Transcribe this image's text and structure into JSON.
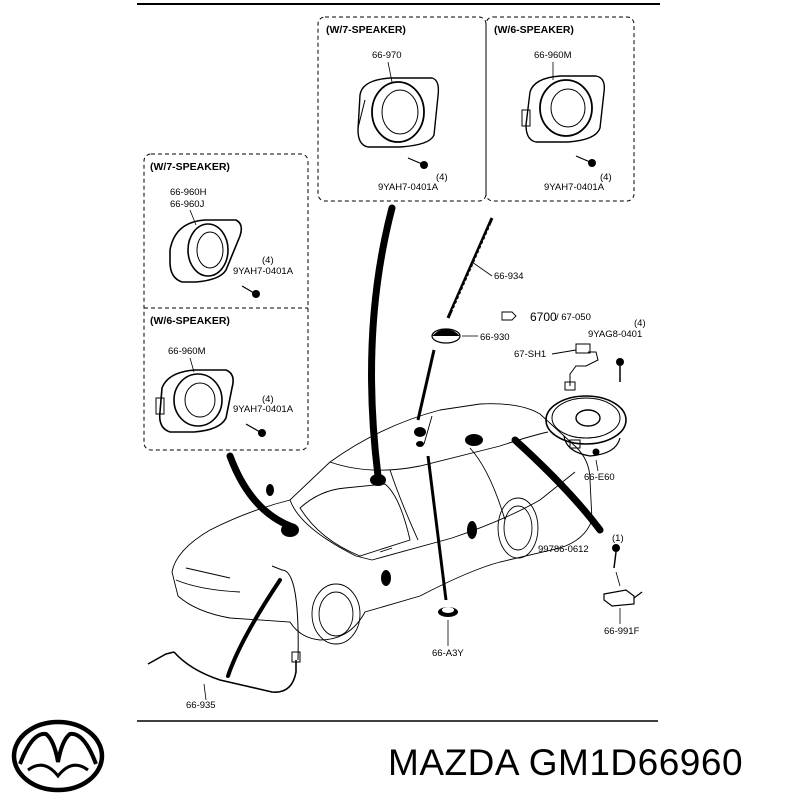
{
  "groups": {
    "top_left": {
      "title": "(W/7-SPEAKER)",
      "part": "66-970",
      "qty": "(4)",
      "screw": "9YAH7-0401A"
    },
    "top_right": {
      "title": "(W/6-SPEAKER)",
      "part": "66-960M",
      "qty": "(4)",
      "screw": "9YAH7-0401A"
    },
    "mid_upper": {
      "title": "(W/7-SPEAKER)",
      "part1": "66-960H",
      "part2": "66-960J",
      "qty": "(4)",
      "screw": "9YAH7-0401A"
    },
    "mid_lower": {
      "title": "(W/6-SPEAKER)",
      "part": "66-960M",
      "qty": "(4)",
      "screw": "9YAH7-0401A"
    }
  },
  "parts": {
    "antenna_mast": "66-934",
    "antenna_base": "66-930",
    "ref_6700": "6700",
    "ref_slash": "/ 67-050",
    "qty_clip": "(4)",
    "clip": "9YAG8-0401",
    "harness": "67-SH1",
    "rear_speaker": "66-E60",
    "qty_bolt": "(1)",
    "bolt": "99786-0612",
    "amp": "66-991F",
    "feeder": "66-935",
    "grommet": "66-A3Y"
  },
  "footer": {
    "brand_part": "MAZDA GM1D66960"
  },
  "colors": {
    "line": "#000000",
    "background": "#ffffff"
  }
}
